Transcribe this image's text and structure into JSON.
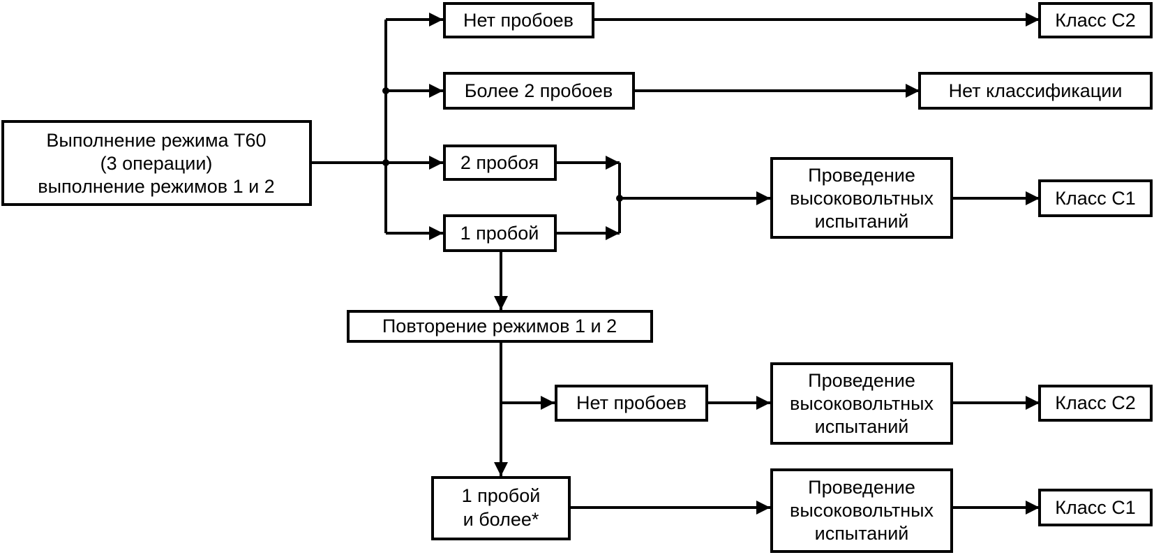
{
  "diagram": {
    "start": [
      "Выполнение режима Т60",
      "(3 операции)",
      "выполнение режимов 1 и 2"
    ],
    "no_breakdowns": "Нет пробоев",
    "more_than_two": "Более 2 пробоев",
    "two_breakdowns": "2 пробоя",
    "one_breakdown": "1 пробой",
    "repeat_modes": "Повторение режимов 1 и 2",
    "no_breakdowns_repeat": "Нет пробоев",
    "one_or_more": [
      "1 пробой",
      "и более*"
    ],
    "hv_test": [
      "Проведение",
      "высоковольтных",
      "испытаний"
    ],
    "class_c2": "Класс С2",
    "class_c1": "Класс С1",
    "no_classification": "Нет классификации"
  }
}
